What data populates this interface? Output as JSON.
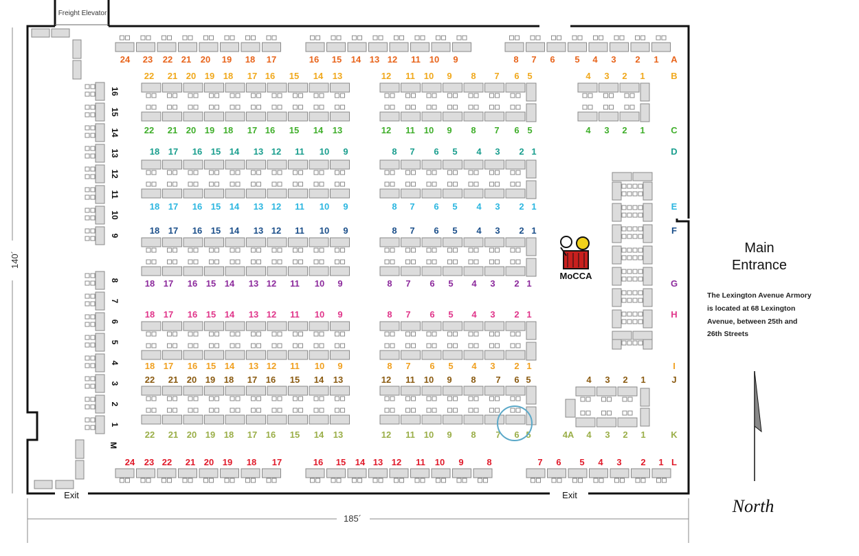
{
  "labels": {
    "freight_elevator": "Freight Elevator",
    "exit_left": "Exit",
    "exit_right": "Exit",
    "width_dim": "185´",
    "height_dim": "140´",
    "main_entrance_1": "Main",
    "main_entrance_2": "Entrance",
    "mecca": "MoCCA",
    "north": "North",
    "address_lines": [
      "The Lexington Avenue Armory",
      "is located at 68 Lexington",
      "Avenue, between 25th and",
      "26th Streets"
    ]
  },
  "colors": {
    "A": "#e8641b",
    "B": "#f0a81c",
    "C": "#3fae2a",
    "D": "#1a9e8e",
    "E": "#2bb6e0",
    "F": "#1b4f8a",
    "G": "#8c2a9c",
    "H": "#e0358a",
    "I": "#f0a020",
    "J": "#8a5a10",
    "K": "#9aae48",
    "L": "#e01a2a",
    "side": "#111111",
    "table_fill": "#dcdcdc",
    "table_stroke": "#888888",
    "wall": "#111111",
    "highlight_circle": "#5aa8c8"
  },
  "rows": {
    "A": {
      "letter": "A",
      "left": [
        "24",
        "23",
        "22",
        "21",
        "20",
        "19",
        "18",
        "17"
      ],
      "mid": [
        "16",
        "15",
        "14",
        "13",
        "12",
        "11",
        "10",
        "9"
      ],
      "right": [
        "8",
        "7",
        "6",
        "5",
        "4",
        "3",
        "2",
        "1"
      ]
    },
    "B": {
      "letter": "B",
      "left": [
        "22",
        "21",
        "20",
        "19",
        "18",
        "17",
        "16",
        "15",
        "14",
        "13"
      ],
      "mid": [
        "12",
        "11",
        "10",
        "9",
        "8",
        "7",
        "6",
        "5"
      ],
      "right": [
        "4",
        "3",
        "2",
        "1"
      ]
    },
    "C": {
      "letter": "C",
      "left": [
        "22",
        "21",
        "20",
        "19",
        "18",
        "17",
        "16",
        "15",
        "14",
        "13"
      ],
      "mid": [
        "12",
        "11",
        "10",
        "9",
        "8",
        "7",
        "6",
        "5"
      ],
      "right": [
        "4",
        "3",
        "2",
        "1"
      ]
    },
    "D": {
      "letter": "D",
      "left": [
        "18",
        "17",
        "16",
        "15",
        "14",
        "13",
        "12",
        "11",
        "10",
        "9"
      ],
      "mid": [
        "8",
        "7",
        "6",
        "5",
        "4",
        "3",
        "2",
        "1"
      ]
    },
    "E": {
      "letter": "E",
      "left": [
        "18",
        "17",
        "16",
        "15",
        "14",
        "13",
        "12",
        "11",
        "10",
        "9"
      ],
      "mid": [
        "8",
        "7",
        "6",
        "5",
        "4",
        "3",
        "2",
        "1"
      ]
    },
    "F": {
      "letter": "F",
      "left": [
        "18",
        "17",
        "16",
        "15",
        "14",
        "13",
        "12",
        "11",
        "10",
        "9"
      ],
      "mid": [
        "8",
        "7",
        "6",
        "5",
        "4",
        "3",
        "2",
        "1"
      ]
    },
    "G": {
      "letter": "G",
      "left": [
        "18",
        "17",
        "16",
        "15",
        "14",
        "13",
        "12",
        "11",
        "10",
        "9"
      ],
      "mid": [
        "8",
        "7",
        "6",
        "5",
        "4",
        "3",
        "2",
        "1"
      ]
    },
    "H": {
      "letter": "H",
      "left": [
        "18",
        "17",
        "16",
        "15",
        "14",
        "13",
        "12",
        "11",
        "10",
        "9"
      ],
      "mid": [
        "8",
        "7",
        "6",
        "5",
        "4",
        "3",
        "2",
        "1"
      ]
    },
    "I": {
      "letter": "I",
      "left": [
        "18",
        "17",
        "16",
        "15",
        "14",
        "13",
        "12",
        "11",
        "10",
        "9"
      ],
      "mid": [
        "8",
        "7",
        "6",
        "5",
        "4",
        "3",
        "2",
        "1"
      ]
    },
    "J": {
      "letter": "J",
      "left": [
        "22",
        "21",
        "20",
        "19",
        "18",
        "17",
        "16",
        "15",
        "14",
        "13"
      ],
      "mid": [
        "12",
        "11",
        "10",
        "9",
        "8",
        "7",
        "6",
        "5"
      ],
      "right": [
        "4",
        "3",
        "2",
        "1"
      ]
    },
    "K": {
      "letter": "K",
      "left": [
        "22",
        "21",
        "20",
        "19",
        "18",
        "17",
        "16",
        "15",
        "14",
        "13"
      ],
      "mid": [
        "12",
        "11",
        "10",
        "9",
        "8",
        "7",
        "6",
        "5"
      ],
      "right": [
        "4A",
        "4",
        "3",
        "2",
        "1"
      ]
    },
    "L": {
      "letter": "L",
      "left": [
        "24",
        "23",
        "22",
        "21",
        "20",
        "19",
        "18",
        "17"
      ],
      "mid": [
        "16",
        "15",
        "14",
        "13",
        "12",
        "11",
        "10",
        "9",
        "8"
      ],
      "right": [
        "7",
        "6",
        "5",
        "4",
        "3",
        "2",
        "1"
      ]
    }
  },
  "side_numbers": [
    "16",
    "15",
    "14",
    "13",
    "12",
    "11",
    "10",
    "9",
    "8",
    "7",
    "6",
    "5",
    "4",
    "3",
    "2",
    "1"
  ],
  "side_letter": "M"
}
